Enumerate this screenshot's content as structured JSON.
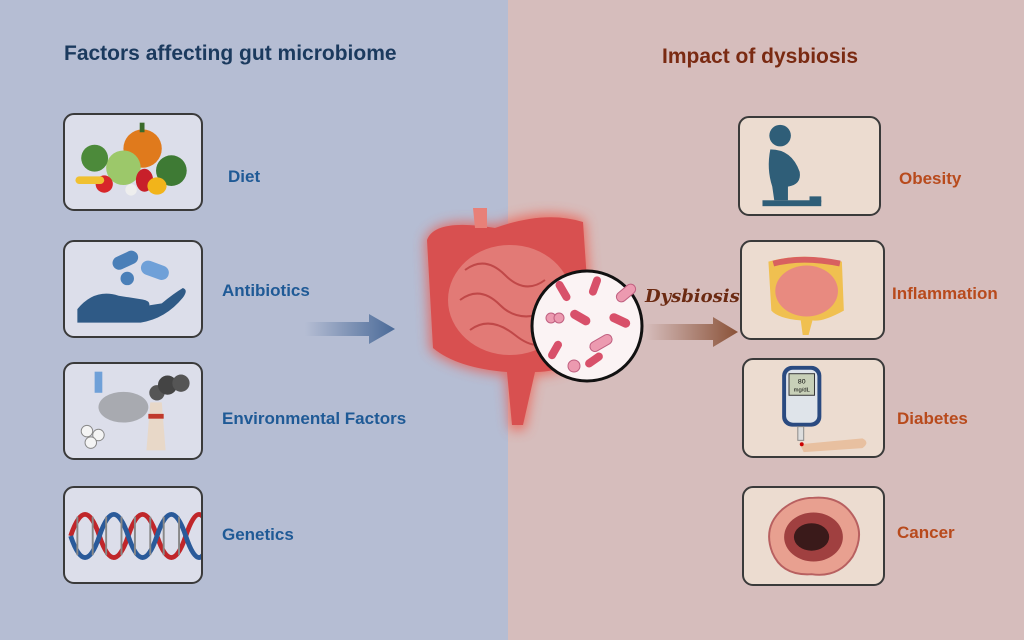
{
  "left_title": "Factors affecting gut microbiome",
  "right_title": "Impact of dysbiosis",
  "factors": [
    {
      "label": "Diet",
      "icon": "vegetables-icon"
    },
    {
      "label": "Antibiotics",
      "icon": "pills-hand-icon"
    },
    {
      "label": "Environmental Factors",
      "icon": "pollution-icon"
    },
    {
      "label": "Genetics",
      "icon": "dna-icon"
    }
  ],
  "impacts": [
    {
      "label": "Obesity",
      "icon": "obese-person-icon"
    },
    {
      "label": "Inflammation",
      "icon": "inflamed-intestine-icon"
    },
    {
      "label": "Diabetes",
      "icon": "glucose-meter-icon"
    },
    {
      "label": "Cancer",
      "icon": "tumor-icon"
    }
  ],
  "meter": {
    "value": "80",
    "unit": "mg/dL"
  },
  "dysbiosis_label": "Dysbiosis",
  "colors": {
    "left_bg": "#b5bdd3",
    "right_bg": "#d6bdbc",
    "factor_label": "#1f5a96",
    "impact_label": "#b84a1c"
  }
}
